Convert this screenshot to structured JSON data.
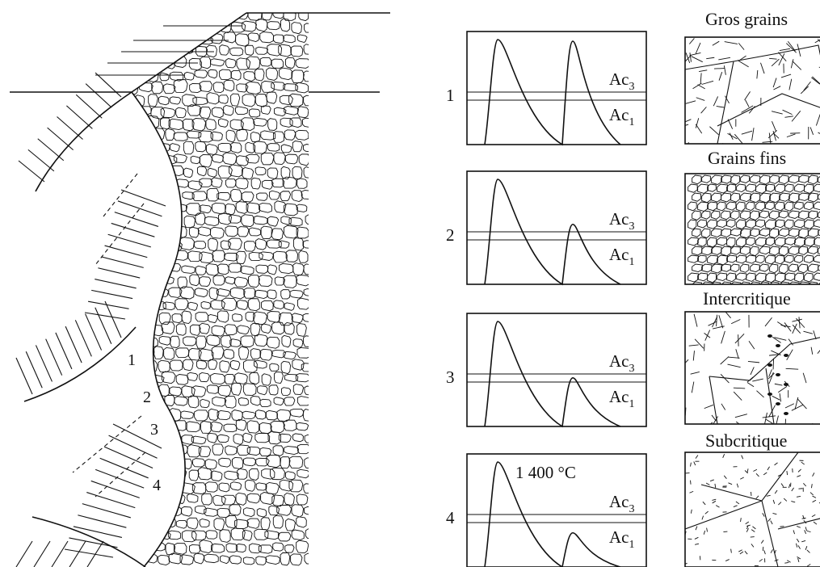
{
  "weld_section": {
    "zone_numbers": [
      "1",
      "2",
      "3",
      "4"
    ]
  },
  "thermal_cycles": [
    {
      "number": "1",
      "ac3": "Ac",
      "ac3_sub": "3",
      "ac1": "Ac",
      "ac1_sub": "1",
      "peak_label": "",
      "second_peak": 1.0
    },
    {
      "number": "2",
      "ac3": "Ac",
      "ac3_sub": "3",
      "ac1": "Ac",
      "ac1_sub": "1",
      "peak_label": "",
      "second_peak": 0.58
    },
    {
      "number": "3",
      "ac3": "Ac",
      "ac3_sub": "3",
      "ac1": "Ac",
      "ac1_sub": "1",
      "peak_label": "",
      "second_peak": 0.47
    },
    {
      "number": "4",
      "ac3": "Ac",
      "ac3_sub": "3",
      "ac1": "Ac",
      "ac1_sub": "1",
      "peak_label": "1 400 °C",
      "second_peak": 0.33
    }
  ],
  "microstructures": [
    {
      "label": "Gros grains",
      "texture": "coarse"
    },
    {
      "label": "Grains fins",
      "texture": "fine"
    },
    {
      "label": "Intercritique",
      "texture": "intercritical"
    },
    {
      "label": "Subcritique",
      "texture": "subcritical"
    }
  ]
}
